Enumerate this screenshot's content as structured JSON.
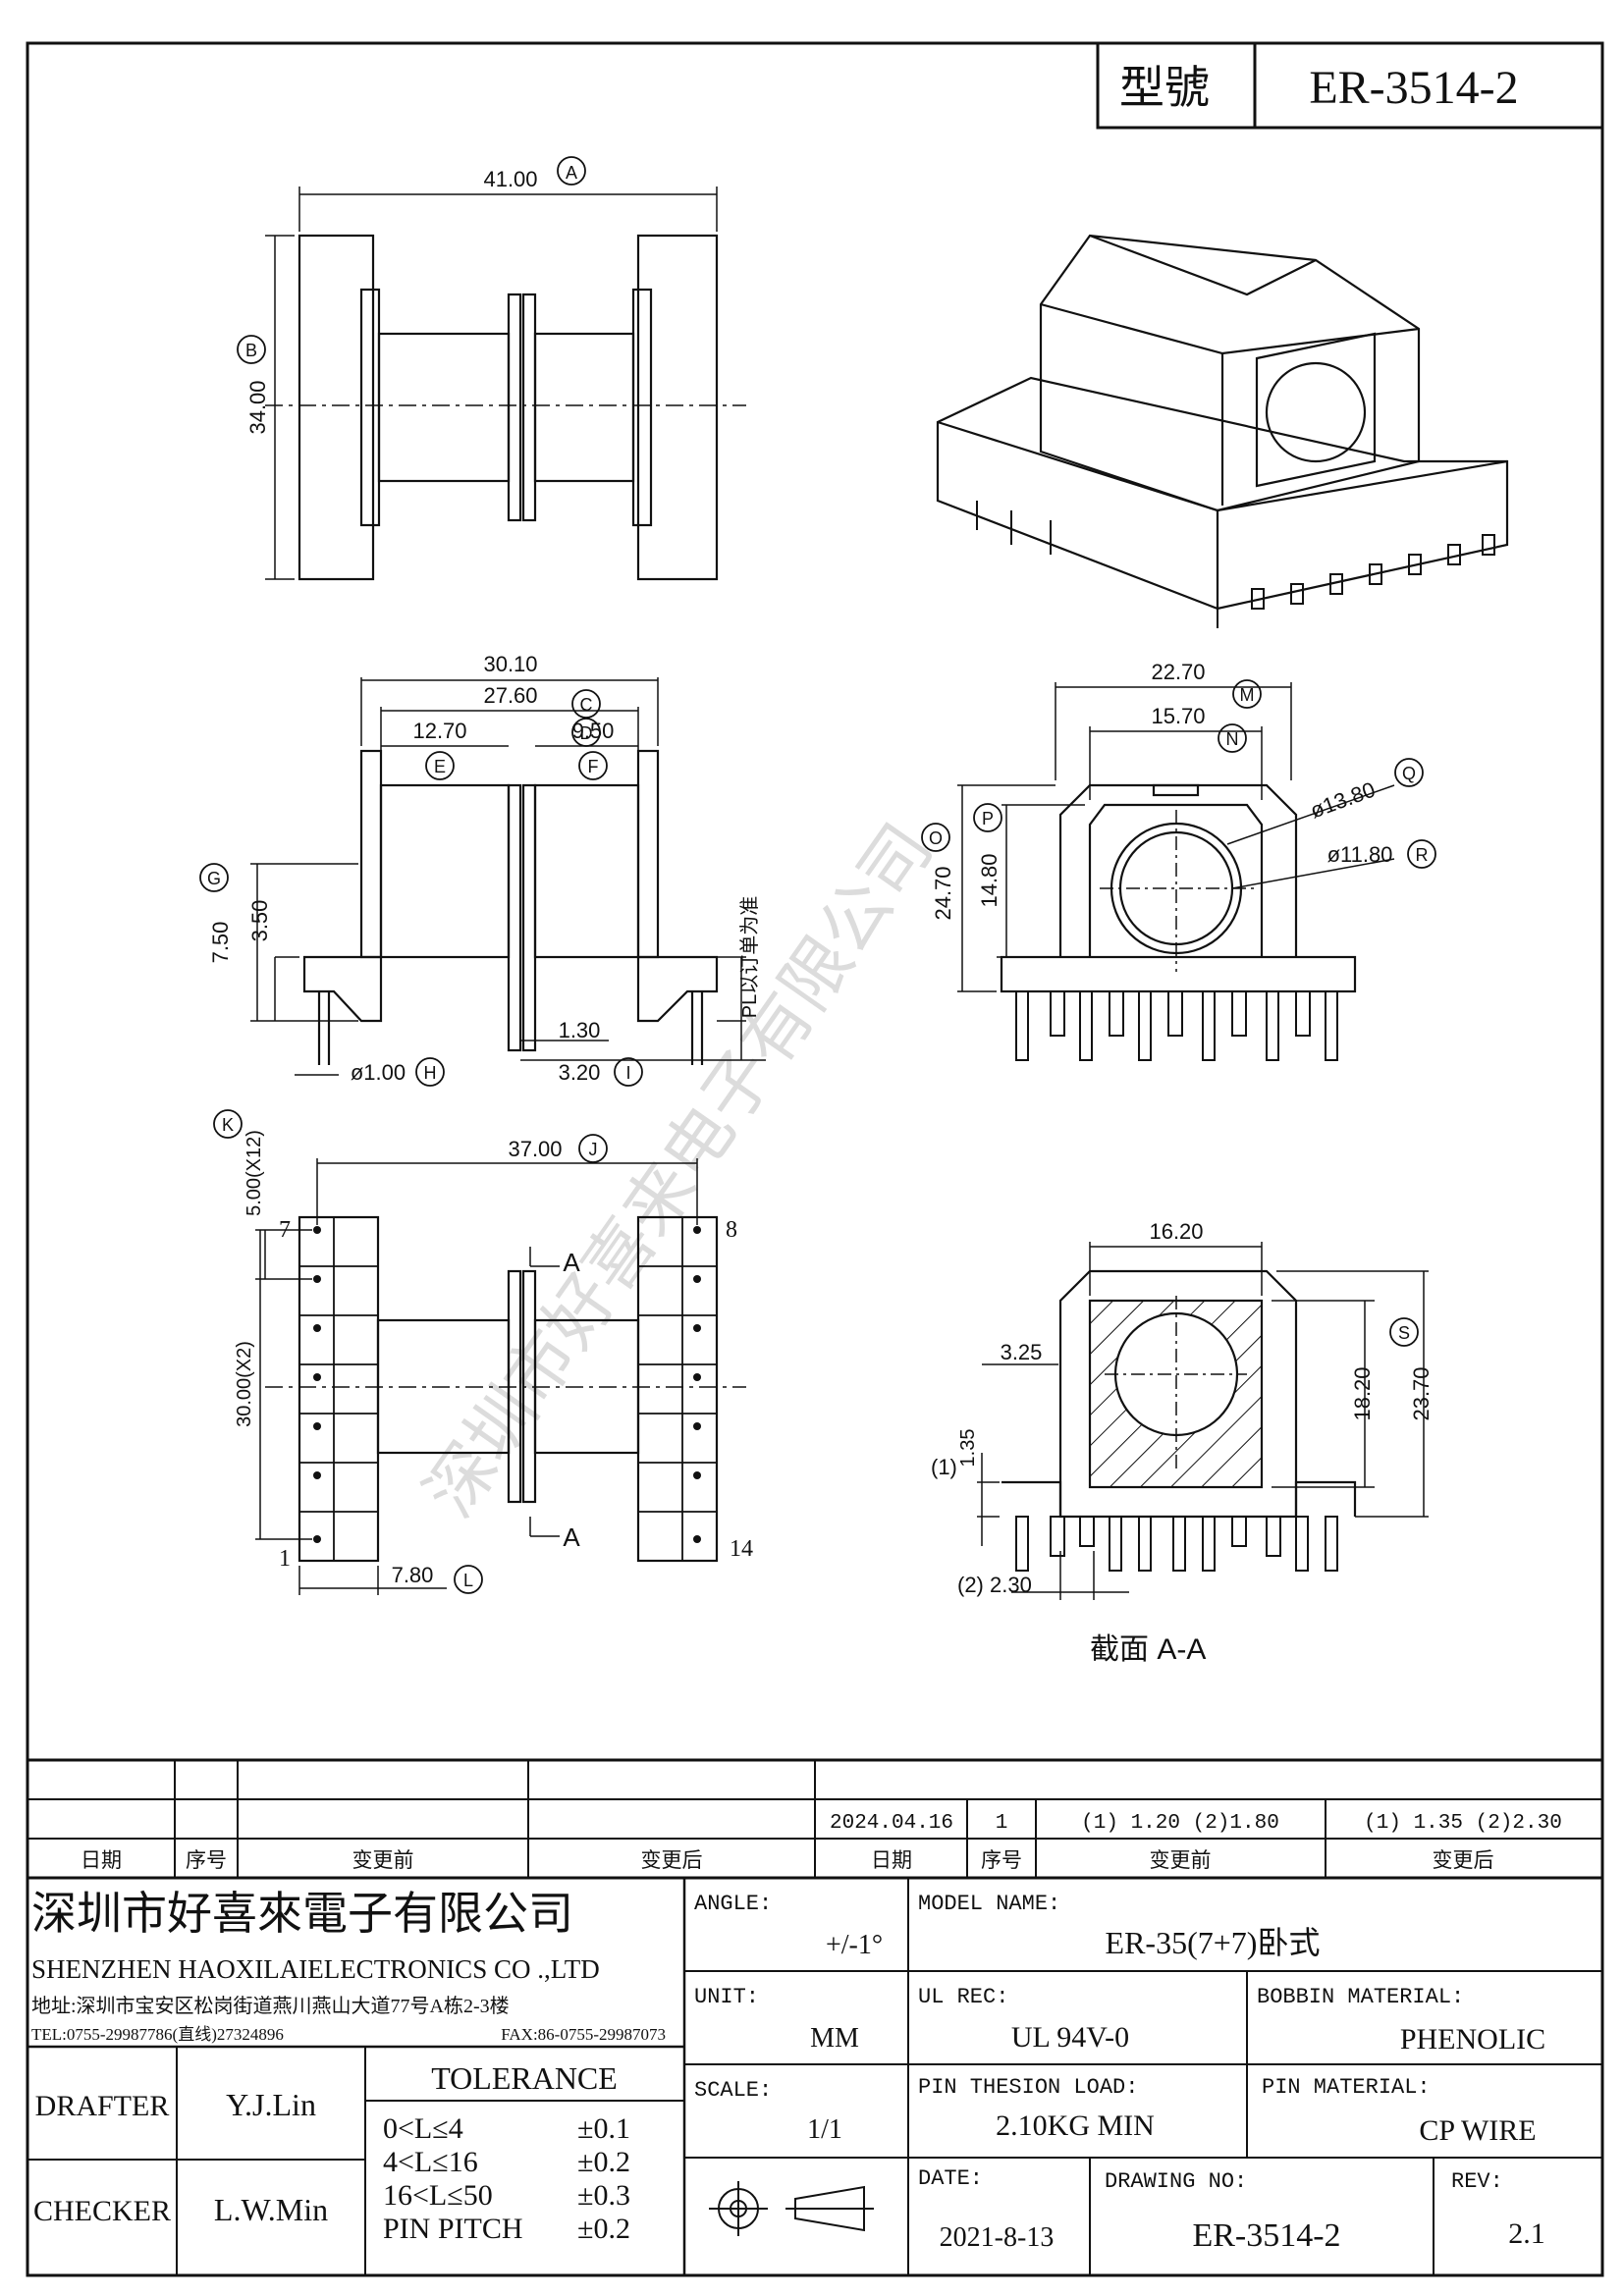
{
  "header": {
    "model_label": "型號",
    "model_value": "ER-3514-2"
  },
  "top_view": {
    "dim_a": "41.00",
    "ref_a": "A",
    "dim_b": "34.00",
    "ref_b": "B"
  },
  "side_view": {
    "dim_c": "30.10",
    "ref_c": "C",
    "dim_d": "27.60",
    "ref_d": "D",
    "dim_e": "12.70",
    "ref_e": "E",
    "dim_f": "9.50",
    "ref_f": "F",
    "dim_g": "7.50",
    "ref_g": "G",
    "dim_g2": "3.50",
    "dim_h": "ø1.00",
    "ref_h": "H",
    "dim_i1": "1.30",
    "dim_i": "3.20",
    "ref_i": "I",
    "pl_note": "PL以订单为准"
  },
  "end_view": {
    "dim_m": "22.70",
    "ref_m": "M",
    "dim_n": "15.70",
    "ref_n": "N",
    "dim_o": "24.70",
    "ref_o": "O",
    "dim_p": "14.80",
    "ref_p": "P",
    "dim_q": "ø13.80",
    "ref_q": "Q",
    "dim_r": "ø11.80",
    "ref_r": "R"
  },
  "bottom_view": {
    "dim_j": "37.00",
    "ref_j": "J",
    "dim_k": "5.00(X12)",
    "ref_k": "K",
    "dim_pitch": "30.00(X2)",
    "dim_l": "7.80",
    "ref_l": "L",
    "pin_1": "1",
    "pin_7": "7",
    "pin_8": "8",
    "pin_14": "14",
    "section_a_top": "A",
    "section_a_bottom": "A"
  },
  "section_view": {
    "dim_width": "16.20",
    "dim_325": "3.25",
    "dim_135": "1.35",
    "dim_s1": "18.20",
    "dim_s": "23.70",
    "ref_s": "S",
    "note_1": "(1)",
    "note_2": "(2) 2.30",
    "caption": "截面  A-A"
  },
  "watermark": "深圳市好喜来电子有限公司",
  "revision_table": {
    "row": {
      "date": "2024.04.16",
      "seq": "1",
      "before": "(1) 1.20  (2)1.80",
      "after": "(1) 1.35  (2)2.30"
    },
    "headers": [
      "日期",
      "序号",
      "变更前",
      "变更后",
      "日期",
      "序号",
      "变更前",
      "变更后"
    ]
  },
  "title_block": {
    "company_cn": "深圳市好喜來電子有限公司",
    "company_en": "SHENZHEN HAOXILAIELECTRONICS CO .,LTD",
    "address": "地址:深圳市宝安区松岗街道燕川燕山大道77号A栋2-3楼",
    "tel": "TEL:0755-29987786(直线)27324896",
    "fax": "FAX:86-0755-29987073",
    "angle_label": "ANGLE:",
    "angle_value": "+/-1°",
    "model_name_label": "MODEL NAME:",
    "model_name_value": "ER-35(7+7)卧式",
    "unit_label": "UNIT:",
    "unit_value": "MM",
    "ul_label": "UL REC:",
    "ul_value": "UL 94V-0",
    "bobbin_label": "BOBBIN MATERIAL:",
    "bobbin_value": "PHENOLIC",
    "drafter_label": "DRAFTER",
    "drafter_value": "Y.J.Lin",
    "tolerance_label": "TOLERANCE",
    "tolerances": [
      {
        "range": "0<L≤4",
        "value": "±0.1"
      },
      {
        "range": "4<L≤16",
        "value": "±0.2"
      },
      {
        "range": "16<L≤50",
        "value": "±0.3"
      },
      {
        "range": "PIN PITCH",
        "value": "±0.2"
      }
    ],
    "scale_label": "SCALE:",
    "scale_value": "1/1",
    "pin_load_label": "PIN THESION LOAD:",
    "pin_load_value": "2.10KG MIN",
    "pin_material_label": "PIN MATERIAL:",
    "pin_material_value": "CP  WIRE",
    "checker_label": "CHECKER",
    "checker_value": "L.W.Min",
    "date_label": "DATE:",
    "date_value": "2021-8-13",
    "drawing_no_label": "DRAWING NO:",
    "drawing_no_value": "ER-3514-2",
    "rev_label": "REV:",
    "rev_value": "2.1"
  }
}
